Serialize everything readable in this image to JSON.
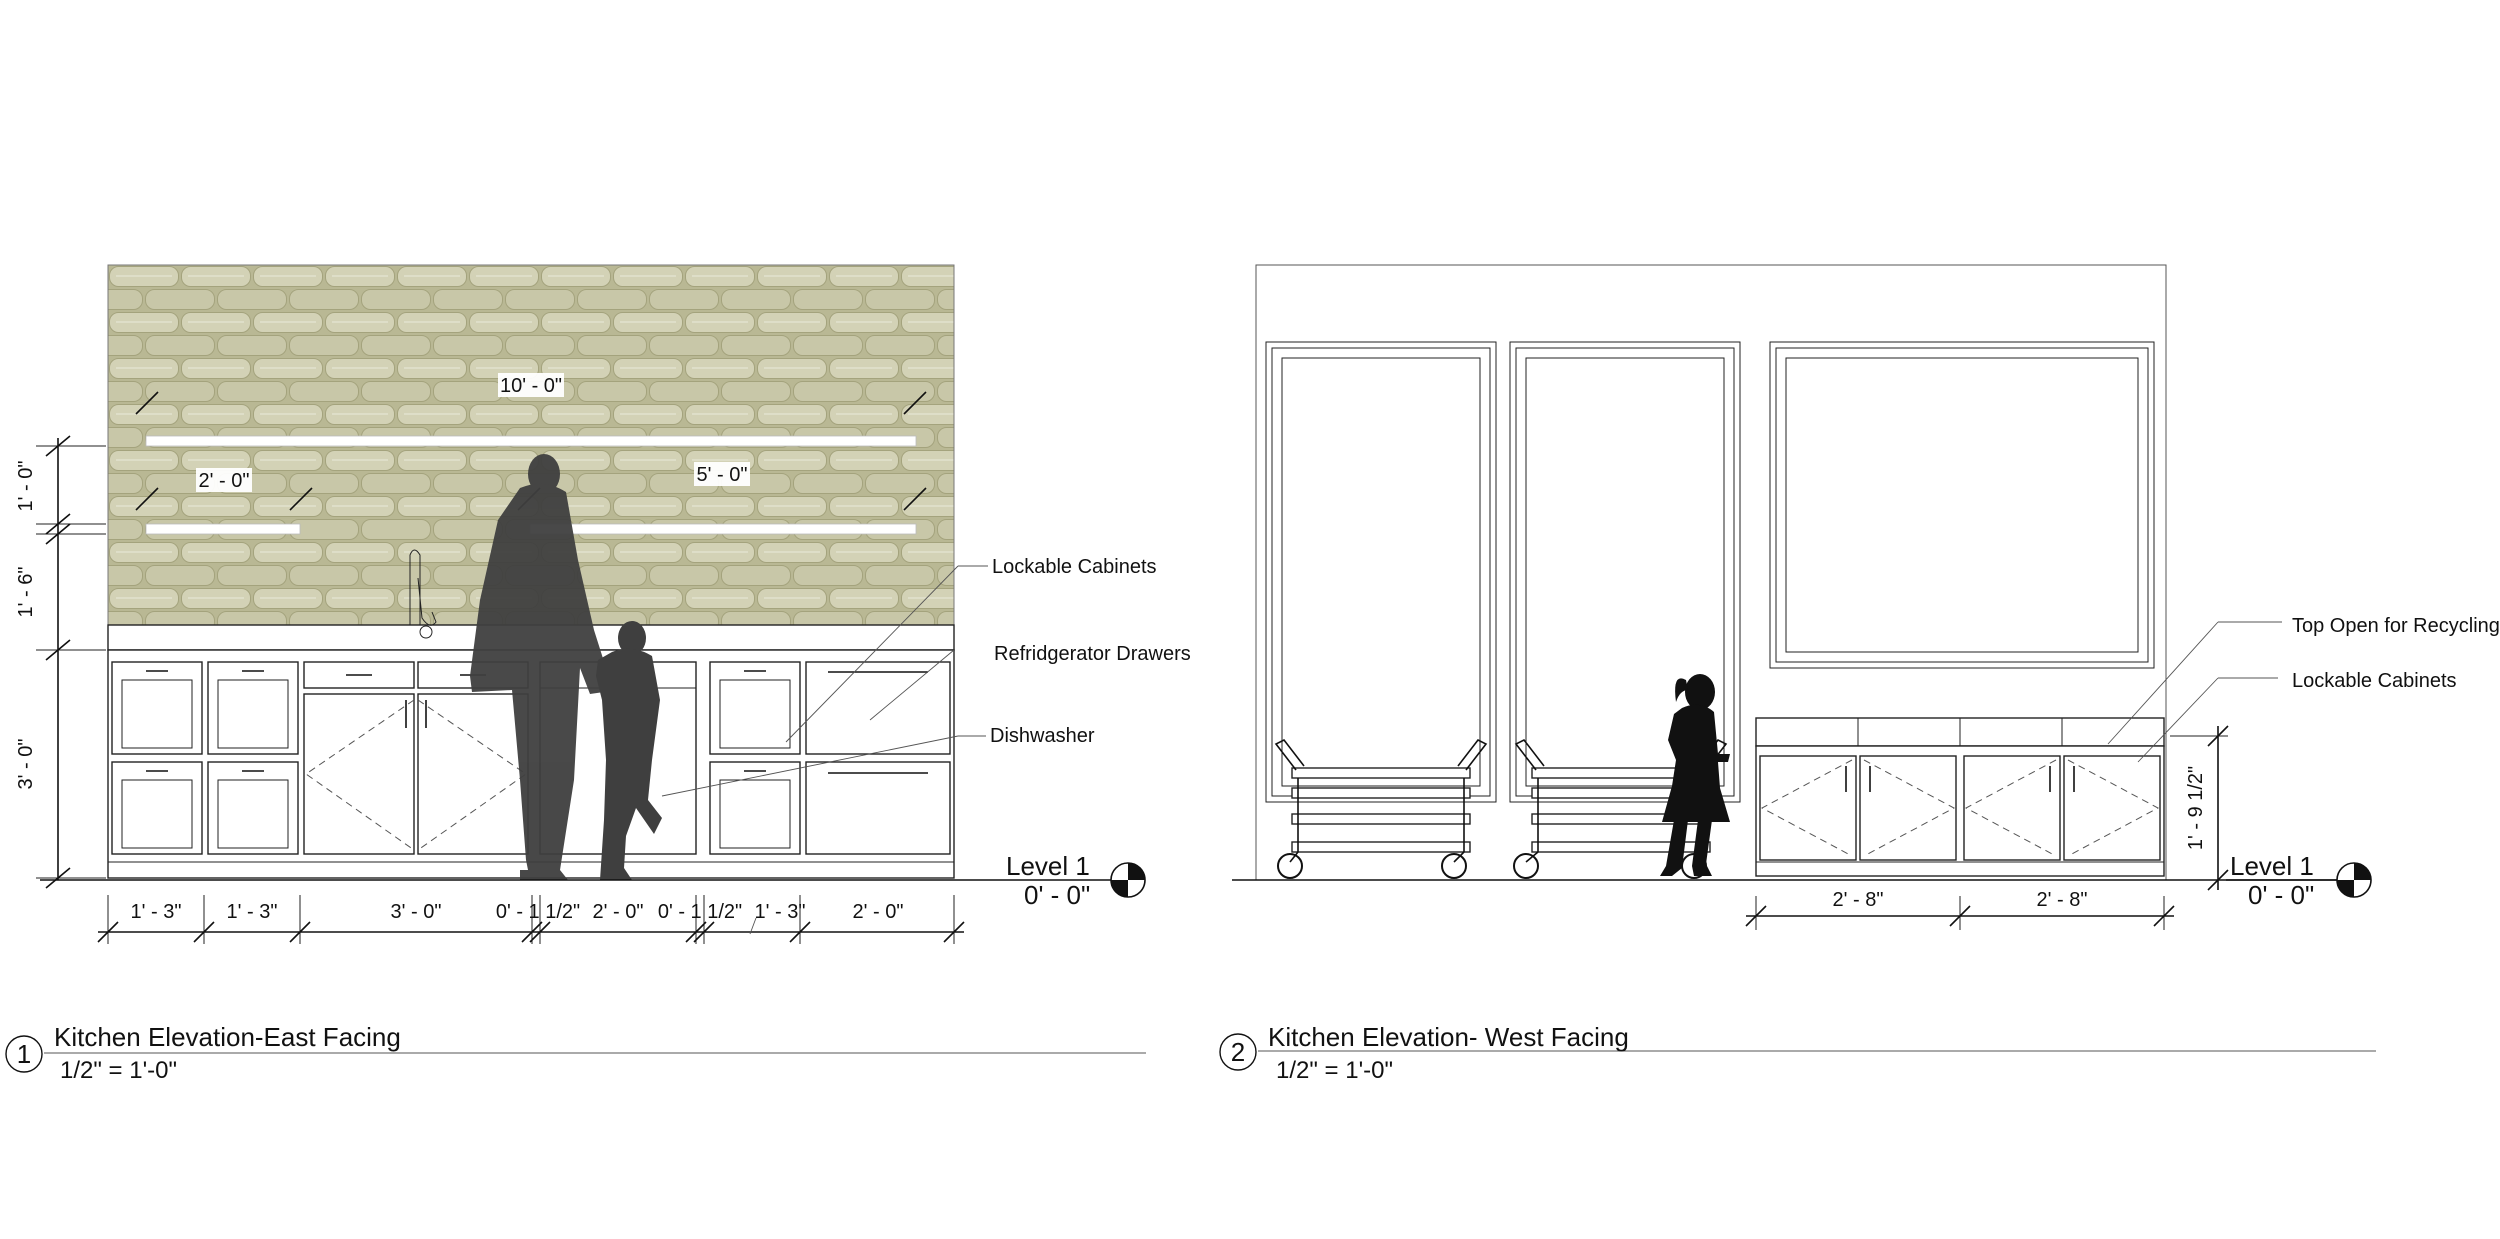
{
  "views": [
    {
      "number": "1",
      "title": "Kitchen Elevation-East Facing",
      "scale": "1/2\" = 1'-0\""
    },
    {
      "number": "2",
      "title": "Kitchen Elevation- West Facing",
      "scale": "1/2\" = 1'-0\""
    }
  ],
  "east": {
    "notes": {
      "lockable": "Lockable Cabinets",
      "fridge": "Refridgerator Drawers",
      "dishwasher": "Dishwasher"
    },
    "shelf_dims": {
      "top": "10' - 0\"",
      "left": "2' - 0\"",
      "right": "5' - 0\""
    },
    "vertical_dims": [
      "1' - 0\"",
      "1' - 6\"",
      "3' - 0\""
    ],
    "bottom_dims": [
      "1' - 3\"",
      "1' - 3\"",
      "3' - 0\"",
      "0' - 1 1/2\"",
      "2' - 0\"",
      "0' - 1 1/2\"",
      "1' - 3\"",
      "2' - 0\""
    ],
    "level": {
      "name": "Level 1",
      "elev": "0' - 0\""
    }
  },
  "west": {
    "notes": {
      "recycling": "Top Open for Recycling",
      "lockable": "Lockable  Cabinets"
    },
    "vertical_dim": "1' - 9 1/2\"",
    "bottom_dims": [
      "2' - 8\"",
      "2' - 8\""
    ],
    "level": {
      "name": "Level 1",
      "elev": "0' - 0\""
    }
  },
  "colors": {
    "tile": "#b9b894",
    "tile_light": "#d3d2b6",
    "silhouette_adult": "#3f3f3f",
    "silhouette_child": "#111111"
  }
}
